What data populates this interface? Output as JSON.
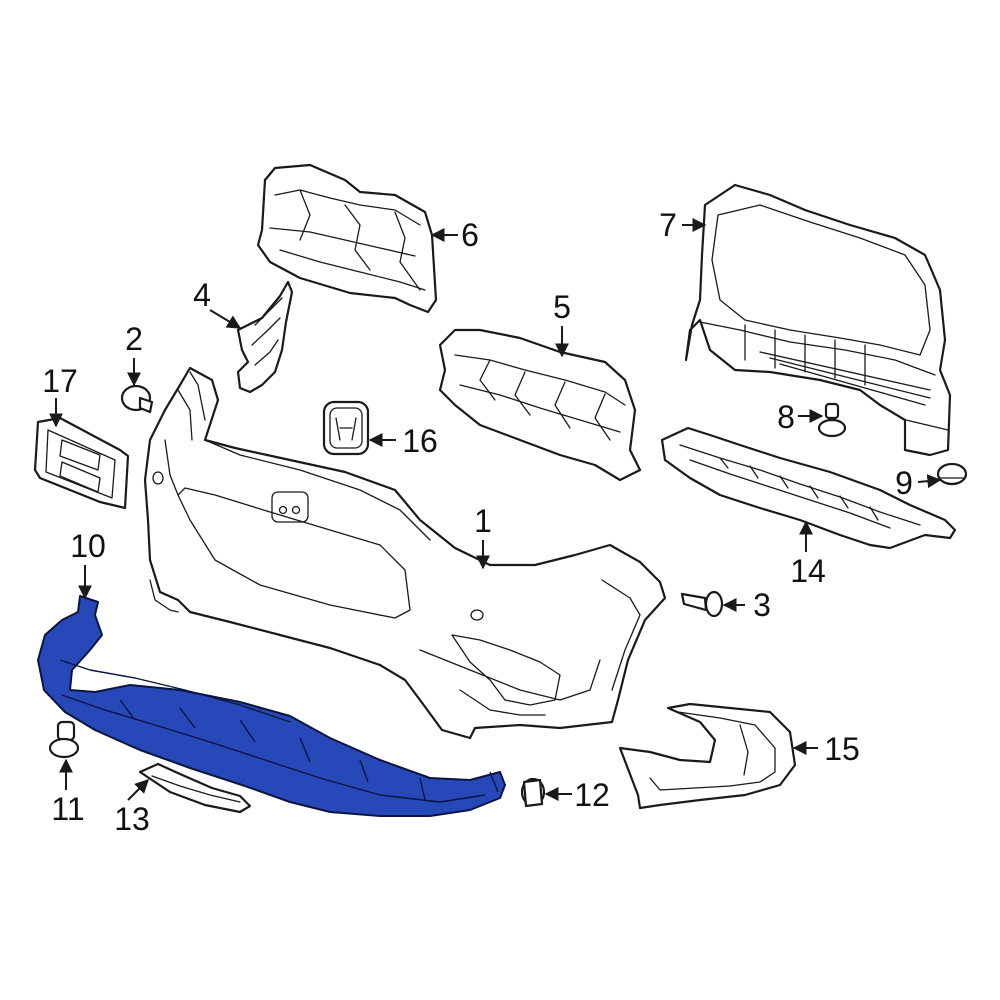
{
  "highlight_color": "#2748b8",
  "callouts": {
    "c1": "1",
    "c2": "2",
    "c3": "3",
    "c4": "4",
    "c5": "5",
    "c6": "6",
    "c7": "7",
    "c8": "8",
    "c9": "9",
    "c10": "10",
    "c11": "11",
    "c12": "12",
    "c13": "13",
    "c14": "14",
    "c15": "15",
    "c16": "16",
    "c17": "17"
  }
}
